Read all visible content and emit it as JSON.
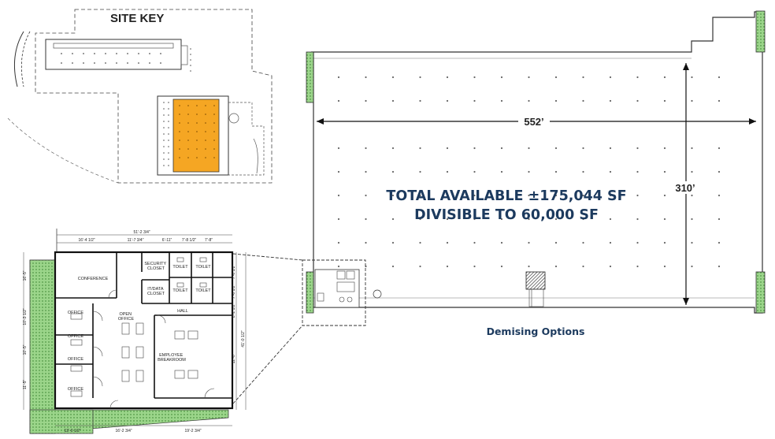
{
  "site_key": {
    "title": "SITE KEY"
  },
  "plan": {
    "total_line": "TOTAL AVAILABLE ±175,044 SF",
    "divisible_line": "DIVISIBLE TO 60,000 SF",
    "width_dim": "552’",
    "depth_dim": "310’",
    "demising_label": "Demising Options"
  },
  "office": {
    "rooms": {
      "conference": "CONFERENCE",
      "office_1": "OFFICE",
      "office_2": "OFFICE",
      "office_3": "OFFICE",
      "office_4": "OFFICE",
      "open_office": "OPEN\nOFFICE",
      "security_closet": "SECURITY\nCLOSET",
      "it_closet": "IT/DATA\nCLOSET",
      "toilet_1": "TOILET",
      "toilet_2": "TOILET",
      "toilet_3": "TOILET",
      "toilet_4": "TOILET",
      "hall": "HALL",
      "breakroom": "EMPLOYEE\nBREAKROOM"
    },
    "dims_top": [
      "16’-4 1/2”",
      "11’-7 3/4”",
      "6’-11”",
      "7’-8 1/2”",
      "7’-8”"
    ],
    "dim_overall_top": "51’-2 3/4”",
    "dims_bottom": [
      "13’-0 1/2”",
      "16’-2 3/4”",
      "19’-2 3/4”"
    ],
    "dims_left": [
      "16’-5”",
      "10’-3 1/2”",
      "10’-5”",
      "11’-5”"
    ],
    "dims_right": [
      "7’-6 1/2”",
      "7’-6 1/2”",
      "8’-2 1/2”",
      "12’-0”",
      "41’-0 1/2”"
    ]
  },
  "colors": {
    "highlight": "#f5a623",
    "title_navy": "#1c3a5e",
    "green_hatch": "#6fbf5a"
  }
}
